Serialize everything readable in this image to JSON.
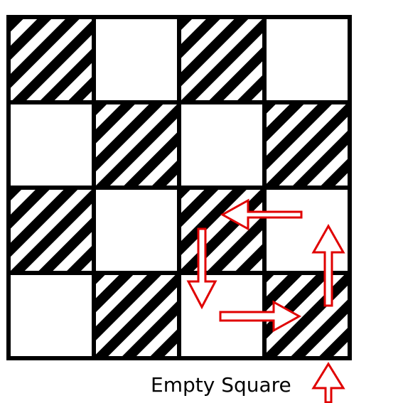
{
  "board": {
    "rows": 4,
    "cols": 4,
    "cells": [
      [
        "hatched",
        "empty",
        "hatched",
        "empty"
      ],
      [
        "empty",
        "hatched",
        "empty",
        "hatched"
      ],
      [
        "hatched",
        "empty",
        "hatched",
        "empty"
      ],
      [
        "empty",
        "hatched",
        "empty",
        "hatched"
      ]
    ]
  },
  "legend": {
    "label": "Empty Square"
  },
  "colors": {
    "grid": "#000000",
    "hatch": "#000000",
    "background": "#ffffff",
    "arrow": "#e00000"
  },
  "icons": {
    "cycle_arrows": "red-outline-arrows",
    "legend_arrow": "red-up-arrow"
  }
}
